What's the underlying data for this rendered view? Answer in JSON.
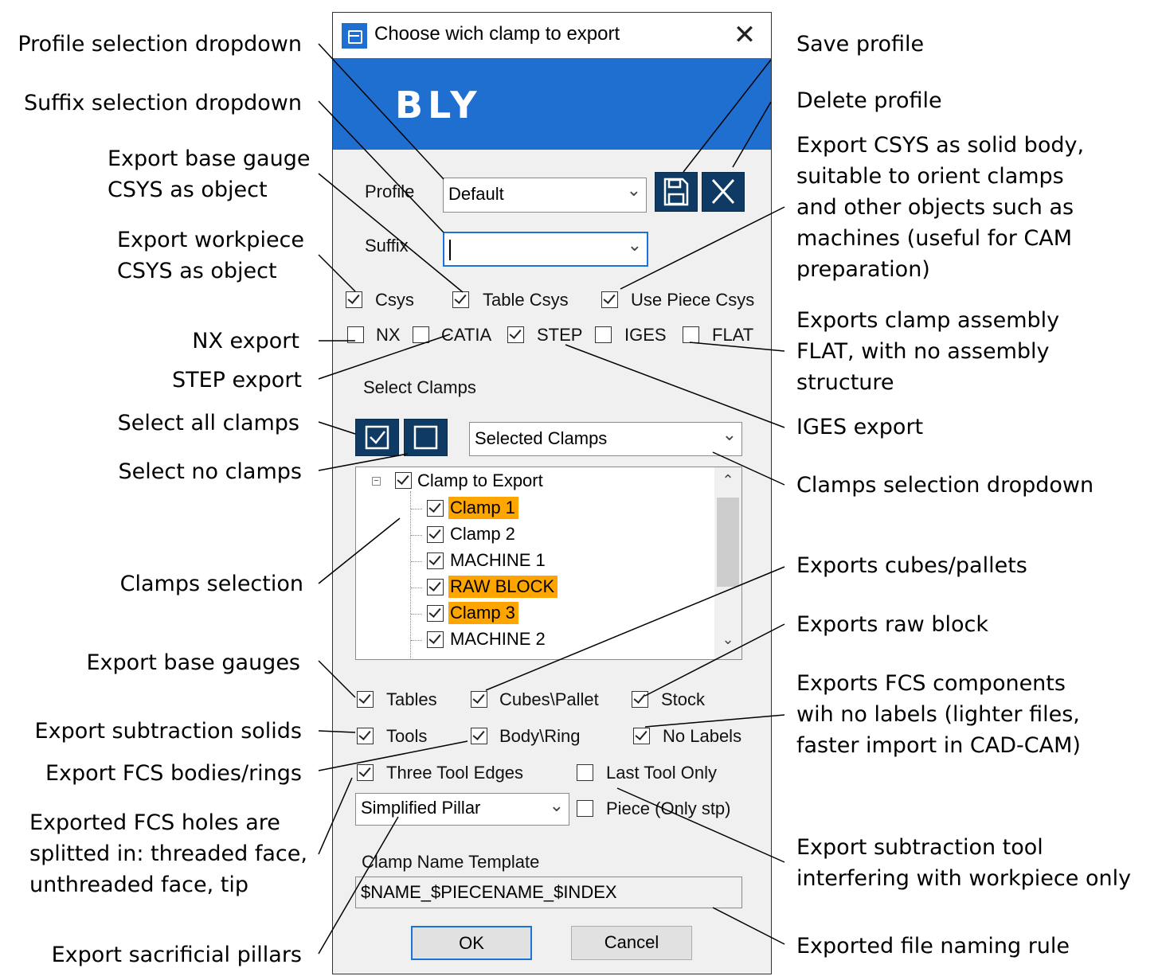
{
  "dialog": {
    "title": "Choose wich clamp to export",
    "close_glyph": "✕",
    "logo": "BLY",
    "profile": {
      "label": "Profile",
      "value": "Default"
    },
    "suffix": {
      "label": "Suffix",
      "value": ""
    },
    "csys_options": [
      {
        "label": "Csys",
        "checked": true
      },
      {
        "label": "Table Csys",
        "checked": true
      },
      {
        "label": "Use Piece Csys",
        "checked": true
      }
    ],
    "format_options": [
      {
        "label": "NX",
        "checked": false
      },
      {
        "label": "CATIA",
        "checked": false
      },
      {
        "label": "STEP",
        "checked": true
      },
      {
        "label": "IGES",
        "checked": false
      },
      {
        "label": "FLAT",
        "checked": false
      }
    ],
    "select_clamps_label": "Select Clamps",
    "clamps_dropdown_value": "Selected Clamps",
    "tree": {
      "root": "Clamp to Export",
      "items": [
        {
          "label": "Clamp 1",
          "highlighted": true
        },
        {
          "label": "Clamp 2",
          "highlighted": false
        },
        {
          "label": "MACHINE 1",
          "highlighted": false
        },
        {
          "label": "RAW BLOCK",
          "highlighted": true
        },
        {
          "label": "Clamp 3",
          "highlighted": true
        },
        {
          "label": "MACHINE 2",
          "highlighted": false
        }
      ],
      "highlight_color": "#ffa500"
    },
    "component_options": [
      {
        "label": "Tables",
        "checked": true
      },
      {
        "label": "Cubes\\Pallet",
        "checked": true
      },
      {
        "label": "Stock",
        "checked": true
      },
      {
        "label": "Tools",
        "checked": true
      },
      {
        "label": "Body\\Ring",
        "checked": true
      },
      {
        "label": "No Labels",
        "checked": true
      },
      {
        "label": "Three Tool Edges",
        "checked": true
      },
      {
        "label": "Last Tool Only",
        "checked": false
      }
    ],
    "pillar_dropdown_value": "Simplified Pillar",
    "piece_option": {
      "label": "Piece (Only stp)",
      "checked": false
    },
    "name_template": {
      "label": "Clamp Name Template",
      "value": "$NAME_$PIECENAME_$INDEX"
    },
    "ok_label": "OK",
    "cancel_label": "Cancel",
    "accent_color": "#1f6fd1",
    "button_color": "#0e3a63",
    "icons": {
      "save": "floppy-disk-icon",
      "delete": "x-icon",
      "select_all": "checked-box-icon",
      "select_none": "empty-box-icon"
    }
  },
  "annotations": {
    "left": [
      "Profile selection dropdown",
      "Suffix selection dropdown",
      "Export base gauge\nCSYS as object",
      "Export workpiece\nCSYS as object",
      "NX export",
      "STEP export",
      "Select all clamps",
      "Select no clamps",
      "Clamps selection",
      "Export base gauges",
      "Export subtraction solids",
      "Export FCS bodies/rings",
      "Exported FCS holes are\nsplitted in: threaded face,\nunthreaded face, tip",
      "Export sacrificial pillars"
    ],
    "right": [
      "Save profile",
      "Delete profile",
      "Export CSYS as solid body,\nsuitable to orient clamps\nand other objects such as\nmachines (useful for CAM\npreparation)",
      "Exports clamp assembly\nFLAT, with no assembly\nstructure",
      "IGES export",
      "Clamps selection dropdown",
      "Exports cubes/pallets",
      "Exports raw block",
      "Exports FCS components\nwih no labels (lighter files,\nfaster import in CAD-CAM)",
      "Export subtraction tool\ninterfering with workpiece only",
      "Exported file naming rule"
    ]
  }
}
